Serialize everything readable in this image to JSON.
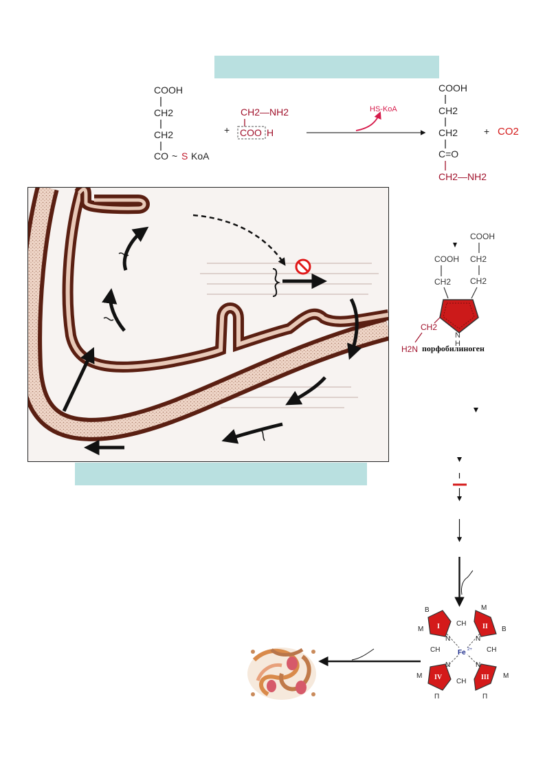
{
  "reaction": {
    "succinyl": {
      "l1": "COOH",
      "l2": "CH2",
      "l3": "CH2",
      "l4a": "CO",
      "l4b": "~",
      "l4c": "S-KoA"
    },
    "plus1": "+",
    "glycine": {
      "l1": "CH2—NH2",
      "l2a": "COO",
      "l2b": "H"
    },
    "cofactor": "HS-KoA",
    "ala": {
      "l1": "COOH",
      "l2": "CH2",
      "l3": "CH2",
      "l4": "C=O",
      "l5": "CH2—NH2"
    },
    "plus2": "+",
    "co2": "CO2"
  },
  "pbg": {
    "label": "порфобилиноген",
    "cooh_left": "COOH",
    "cooh_right": "COOH",
    "ch2_left": "CH2",
    "ch2_right": "CH2",
    "ch2_bottom": "CH2",
    "h2n": "H2N",
    "n": "N",
    "h": "H"
  },
  "heme": {
    "ring_labels": [
      "I",
      "II",
      "III",
      "IV"
    ],
    "fe": "Fe",
    "fe_charge": "2+",
    "n": "N",
    "bridge": "CH",
    "subs": {
      "m": "M",
      "b": "B",
      "p": "П"
    }
  },
  "colors": {
    "band": "#b9e0e0",
    "membrane_dark": "#5a1f12",
    "membrane_light": "#e8c9b8",
    "red": "#cc1a1a",
    "stop": "#e01818"
  }
}
